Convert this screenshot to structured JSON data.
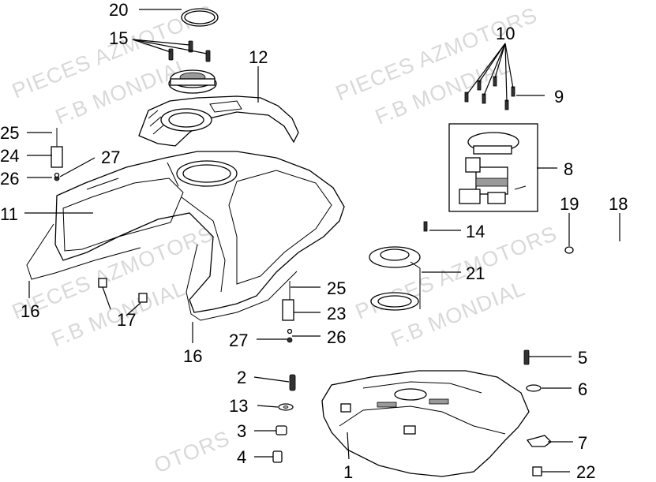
{
  "watermarks": [
    "PIECES AZMOTORS",
    "F.B MONDIAL",
    "PIECES AZMOTORS",
    "F.B MONDIAL",
    "PIECES AZMOTORS",
    "F.B MONDIAL",
    "PIECES AZMOTORS",
    "F.B MONDIAL",
    "OTORS"
  ],
  "callouts": [
    "20",
    "15",
    "12",
    "10",
    "9",
    "25",
    "24",
    "27",
    "26",
    "8",
    "11",
    "19",
    "18",
    "14",
    "21",
    "16",
    "17",
    "25",
    "23",
    "27",
    "26",
    "16",
    "5",
    "2",
    "6",
    "13",
    "3",
    "7",
    "4",
    "22",
    "1"
  ],
  "colors": {
    "line": "#000000",
    "watermark": "#d9d9d9",
    "background": "#ffffff"
  }
}
